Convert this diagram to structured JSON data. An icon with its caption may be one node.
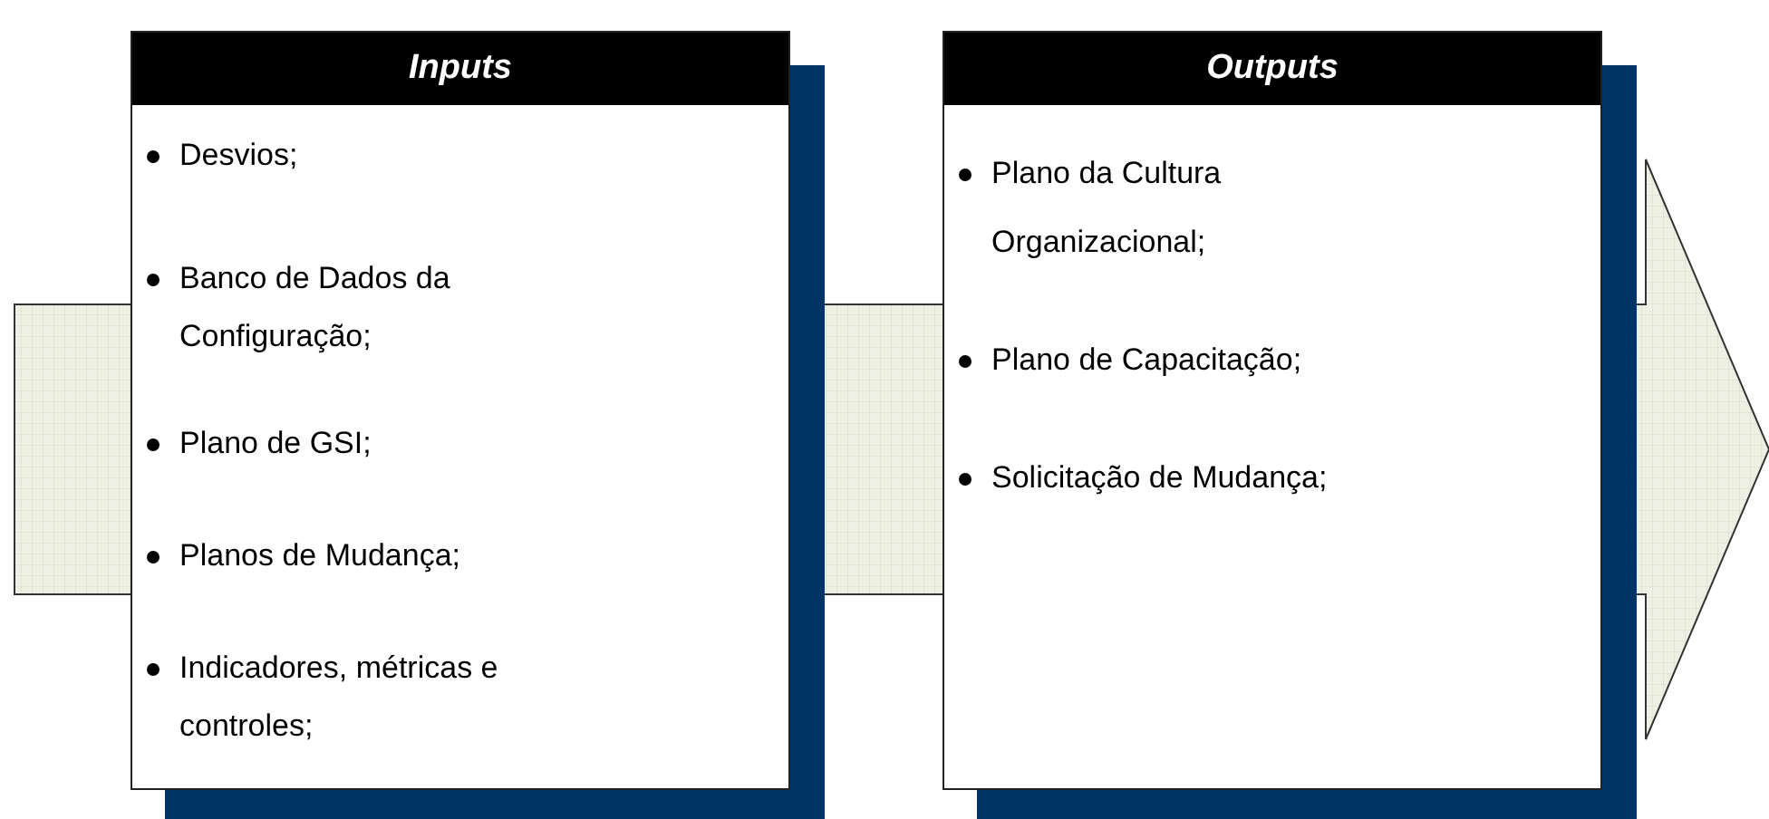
{
  "diagram": {
    "nodes": [
      {
        "text": [
          "Inputs",
          "Desvios;",
          "Banco de Dados da Configuração;",
          "Plano de GSI;",
          "Planos de Mudança;",
          "Indicadores, métricas e controles;"
        ]
      },
      {
        "text": [
          "Outputs",
          "Plano da Cultura Organizacional;",
          "Plano de Capacitação;",
          "Solicitação de Mudança;"
        ]
      }
    ]
  }
}
